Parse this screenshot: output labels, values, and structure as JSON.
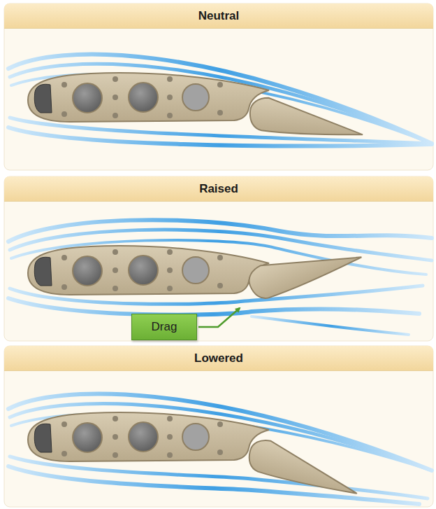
{
  "diagram": {
    "nodes": [
      {
        "text": [
          "Neutral"
        ]
      },
      {
        "text": [
          "Raised"
        ]
      },
      {
        "text": [
          "Drag"
        ],
        "in": 1
      },
      {
        "text": [
          "Lowered"
        ]
      }
    ]
  }
}
